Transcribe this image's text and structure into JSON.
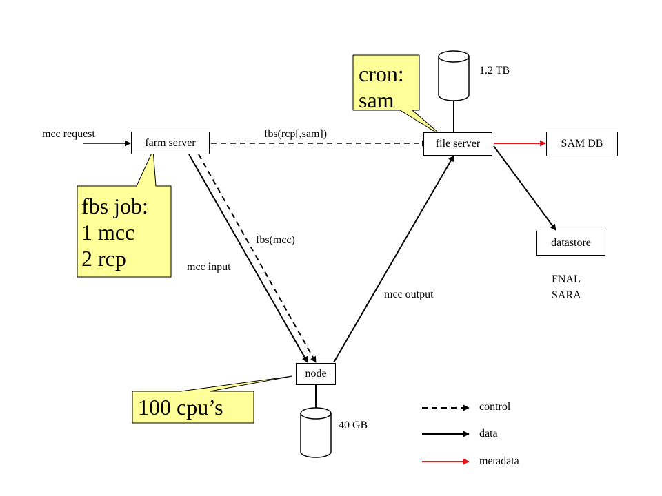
{
  "nodes": {
    "farm_server": "farm server",
    "file_server": "file server",
    "sam_db": "SAM DB",
    "datastore": "datastore",
    "node": "node"
  },
  "storage": {
    "file_server_disk": "1.2 TB",
    "node_disk": "40 GB"
  },
  "edge_labels": {
    "mcc_request": "mcc request",
    "fbs_rcp_sam": "fbs(rcp[,sam])",
    "fbs_mcc": "fbs(mcc)",
    "mcc_input": "mcc input",
    "mcc_output": "mcc output"
  },
  "datastore_sites": [
    "FNAL",
    "SARA"
  ],
  "callouts": {
    "cron": [
      "cron:",
      "sam"
    ],
    "fbs_job": [
      "fbs job:",
      "1 mcc",
      "2 rcp"
    ],
    "cpus": "100 cpu’s"
  },
  "legend": {
    "control": "control",
    "data": "data",
    "metadata": "metadata"
  },
  "colors": {
    "callout_fill": "#ffff99",
    "metadata_line": "#e8141b",
    "line": "#000000"
  }
}
